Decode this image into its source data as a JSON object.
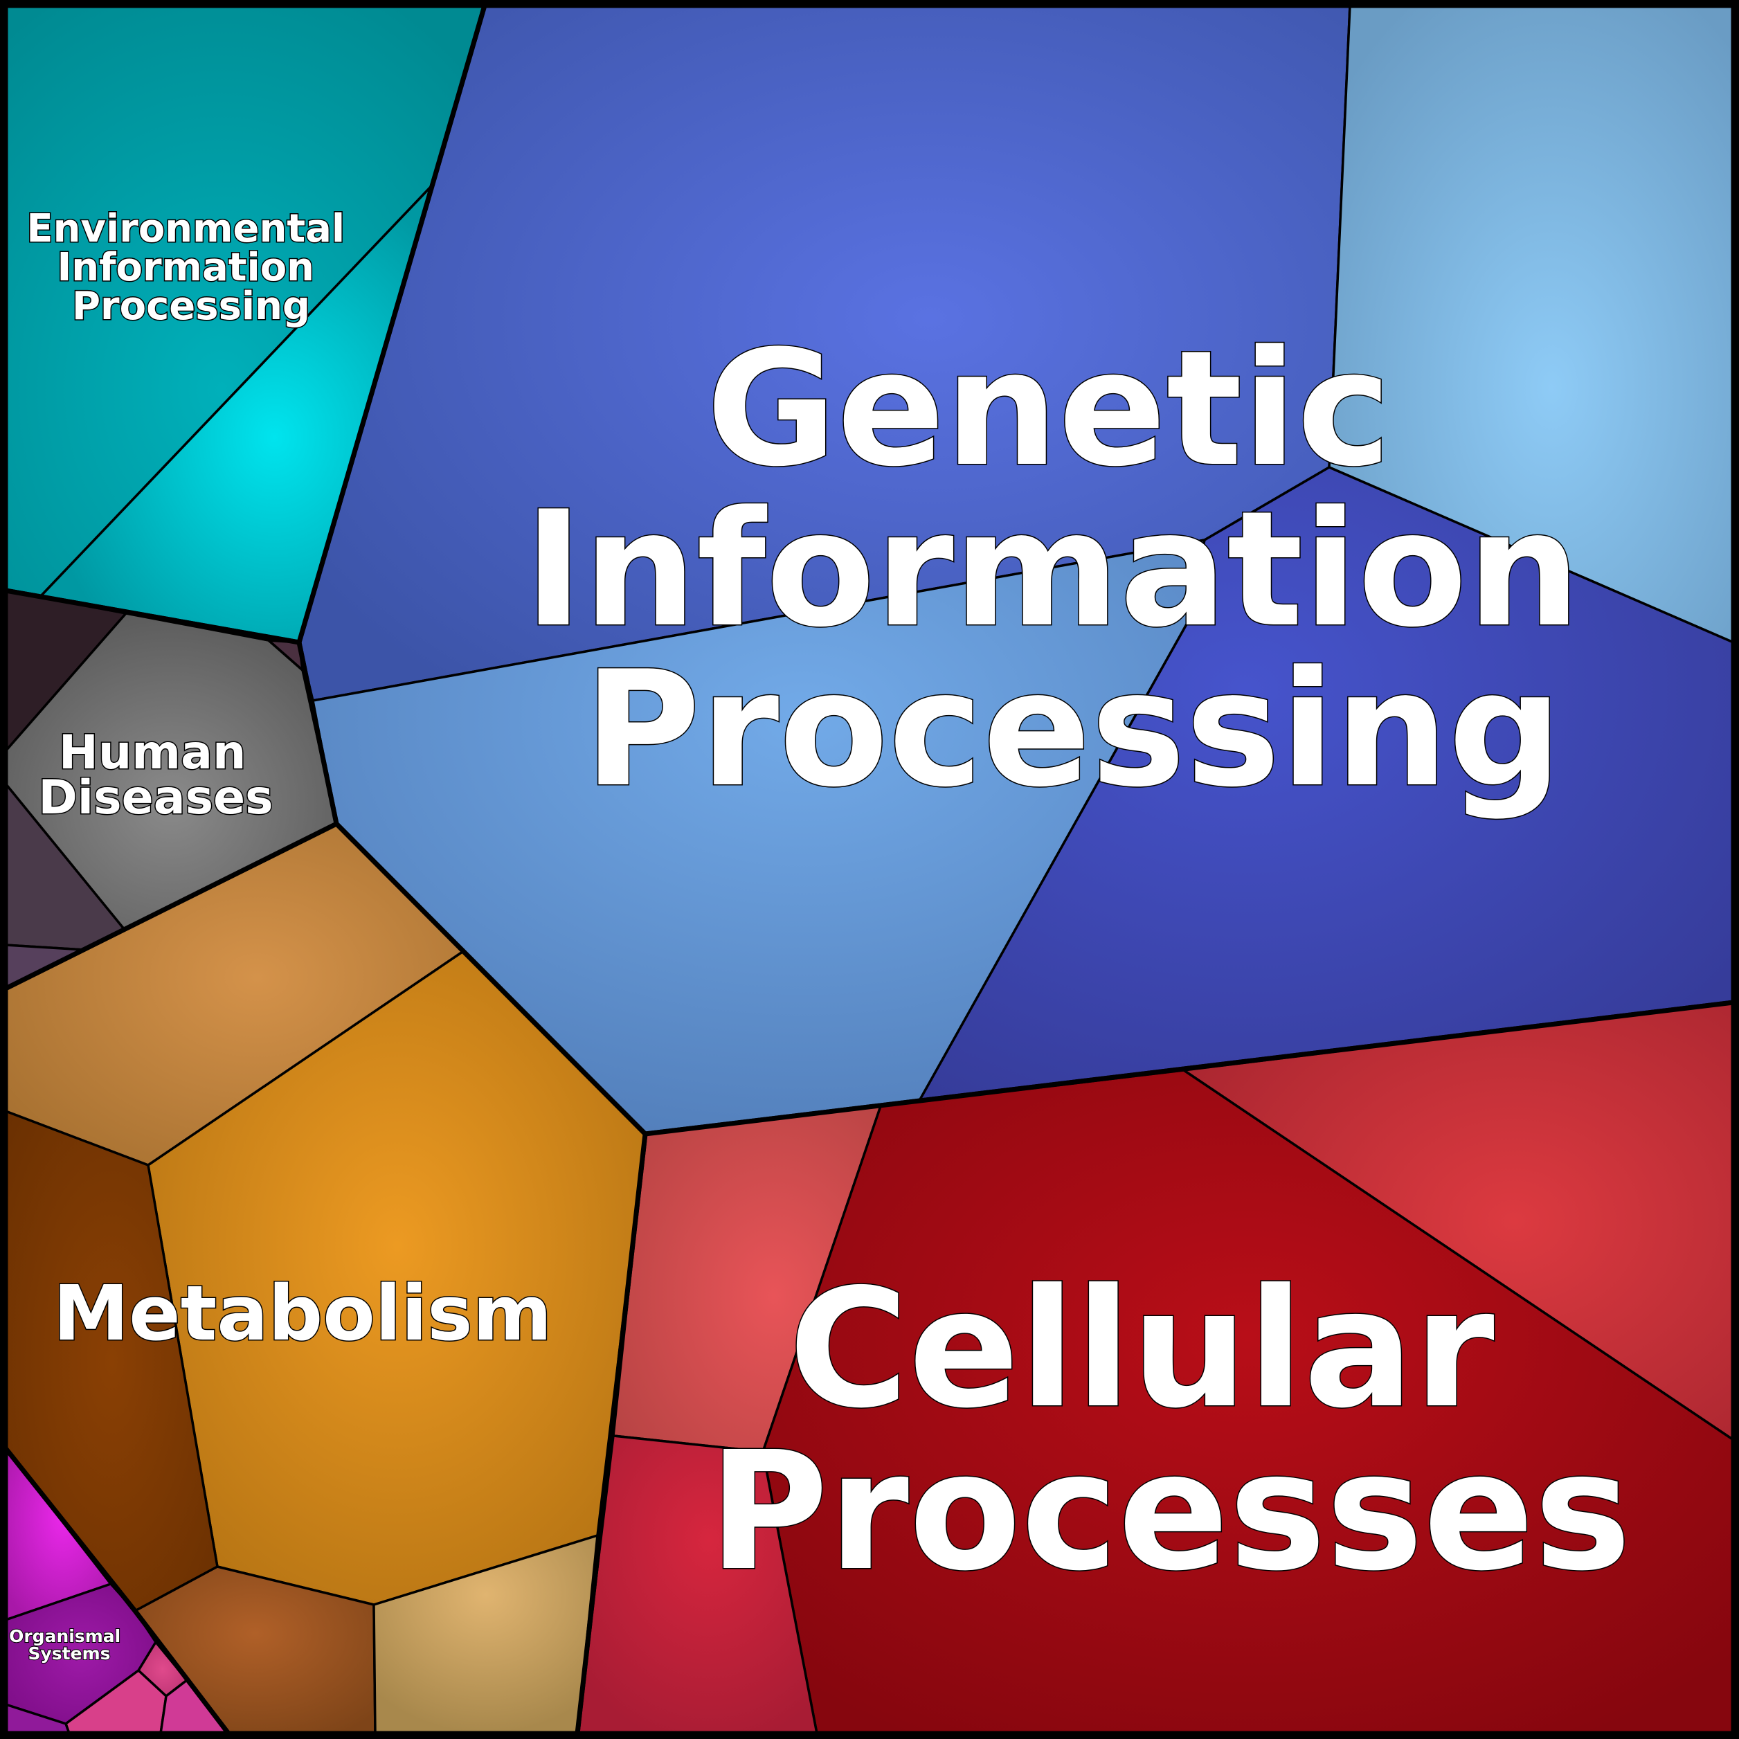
{
  "groups": [
    {
      "id": "genetic",
      "label_lines": [
        "Genetic",
        "Information",
        "Processing"
      ],
      "color": "#4a62d0"
    },
    {
      "id": "cellular",
      "label_lines": [
        "Cellular",
        "Processes"
      ],
      "color": "#a80c18"
    },
    {
      "id": "metabolism",
      "label_lines": [
        "Metabolism"
      ],
      "color": "#d98a1e"
    },
    {
      "id": "environmental",
      "label_lines": [
        "Environmental",
        "Information",
        "Processing"
      ],
      "color": "#00bcc8"
    },
    {
      "id": "human",
      "label_lines": [
        "Human",
        "Diseases"
      ],
      "color": "#6e6e6e"
    },
    {
      "id": "organismal",
      "label_lines": [
        "Organismal",
        "Systems"
      ],
      "color": "#c020c8"
    }
  ]
}
